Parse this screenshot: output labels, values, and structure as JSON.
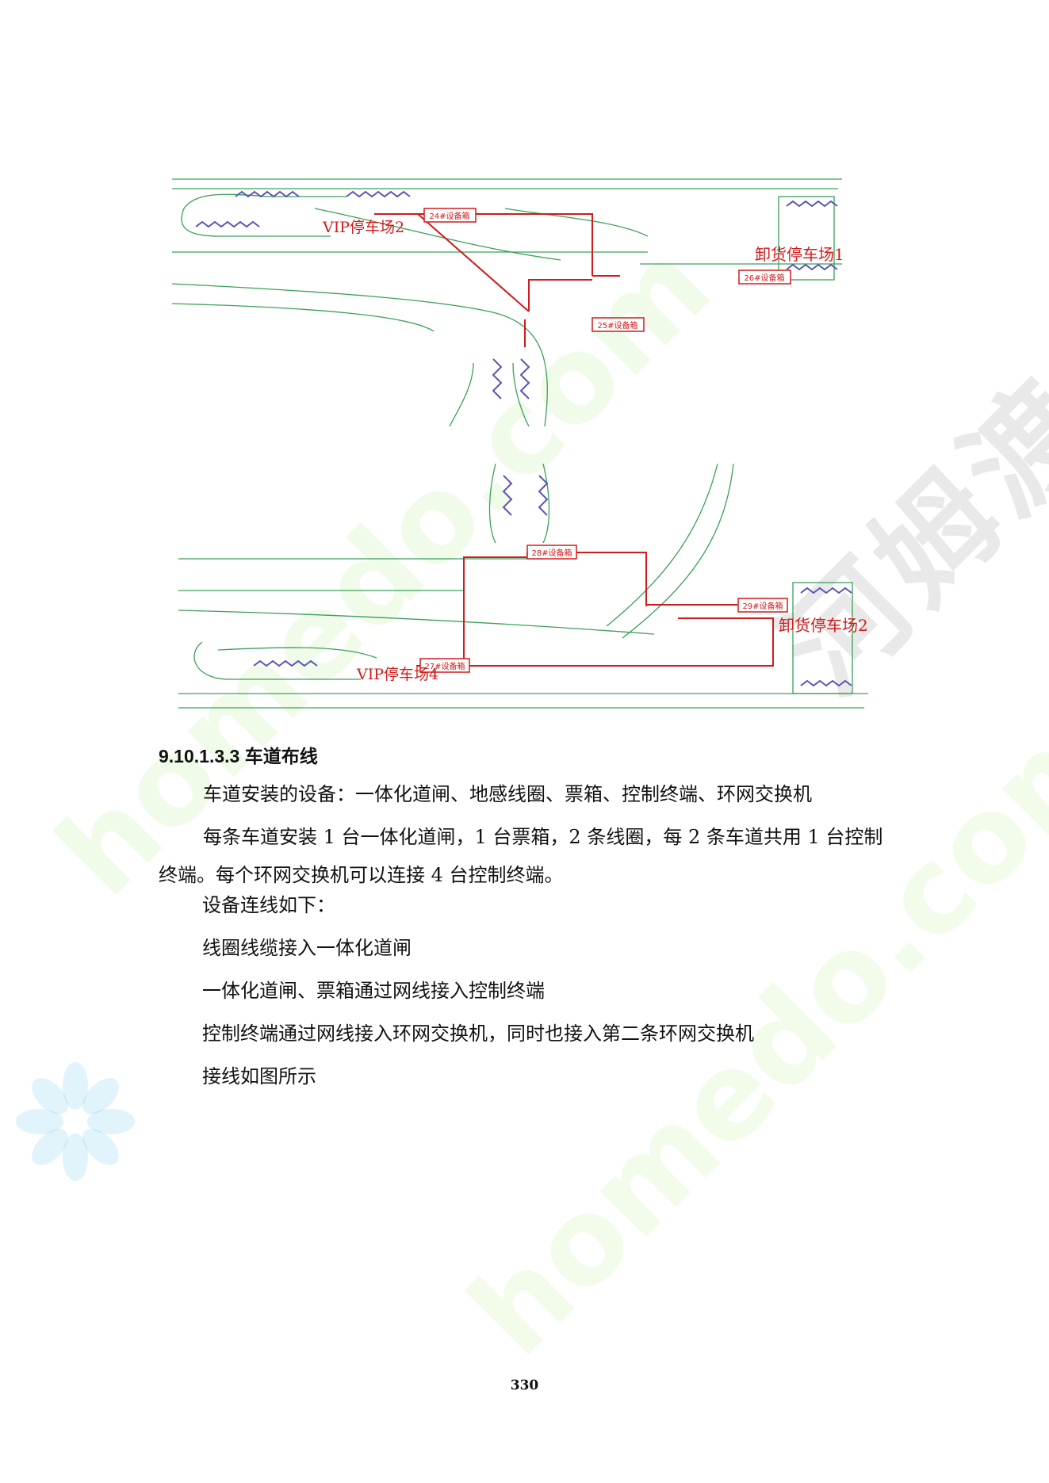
{
  "figure1": {
    "labels": {
      "vip2": "VIP停车场2",
      "unload1": "卸货停车场1",
      "box24": "24#设备箱",
      "box25": "25#设备箱",
      "box26": "26#设备箱"
    }
  },
  "figure2": {
    "labels": {
      "vip4": "VIP停车场4",
      "unload2": "卸货停车场2",
      "box27": "27#设备箱",
      "box28": "28#设备箱",
      "box29": "29#设备箱"
    }
  },
  "section": {
    "heading": "9.10.1.3.3  车道布线",
    "p1": "车道安装的设备：一体化道闸、地感线圈、票箱、控制终端、环网交换机",
    "p2": "每条车道安装 1 台一体化道闸，1 台票箱，2 条线圈，每 2 条车道共用 1 台控制终端。每个环网交换机可以连接 4 台控制终端。",
    "lines": [
      "设备连线如下：",
      "线圈线缆接入一体化道闸",
      "一体化道闸、票箱通过网线接入控制终端",
      "控制终端通过网线接入环网交换机，同时也接入第二条环网交换机",
      "接线如图所示"
    ]
  },
  "watermark": {
    "cn": "河姆渡",
    "en": "homedo.com"
  },
  "page_number": "330",
  "colors": {
    "wiring": "#d21a1a",
    "lane": "#3aa05a",
    "hatch": "#5a55b5"
  }
}
